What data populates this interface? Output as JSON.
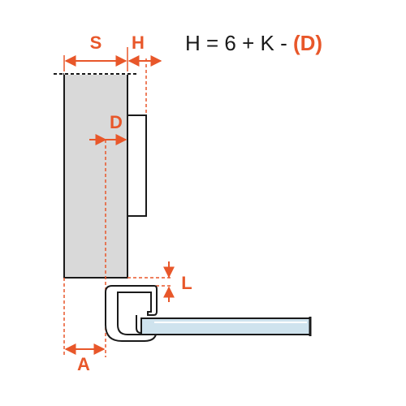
{
  "formula": {
    "prefix": "H = 6 + K - ",
    "highlight": "(D)"
  },
  "labels": {
    "s": "S",
    "h": "H",
    "d": "D",
    "l": "L",
    "a": "A"
  },
  "colors": {
    "accent": "#e8572a",
    "panel_fill": "#d9d9d9",
    "outline": "#1a1a1a",
    "glass": "#cfe3ee",
    "text": "#1a1a1a"
  }
}
